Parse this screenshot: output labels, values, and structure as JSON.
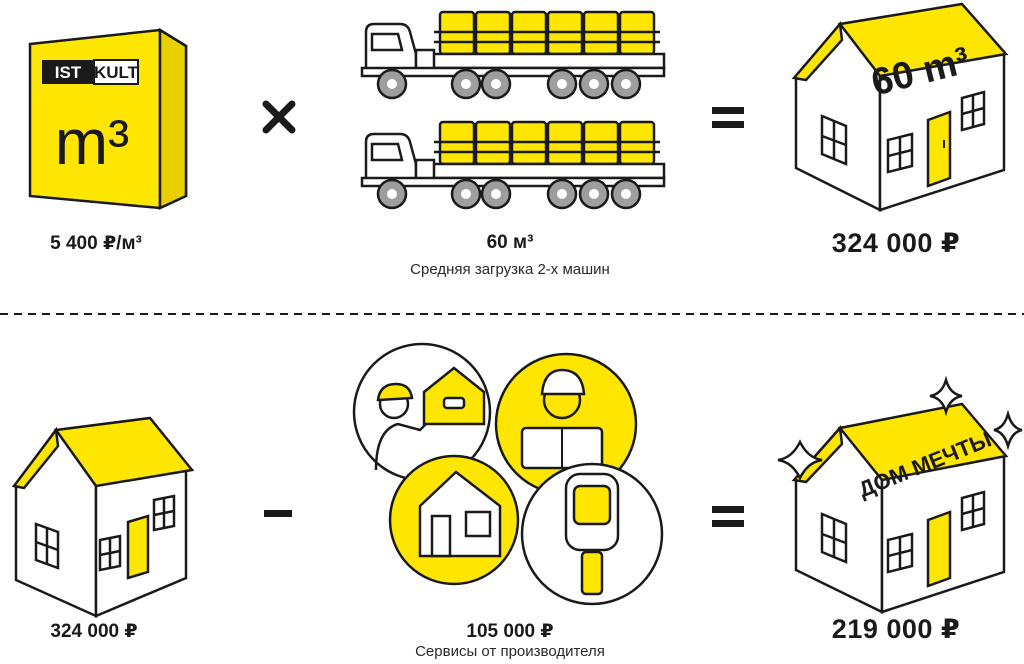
{
  "colors": {
    "accent": "#ffe600",
    "ink": "#1a1a1a",
    "gray": "#b3b3b3",
    "paper": "#ffffff"
  },
  "top": {
    "box": {
      "brand_left": "IST",
      "brand_right": "KULT",
      "unit": "m³",
      "icon": "product-box-icon"
    },
    "price_label": "5 400 ₽/м³",
    "multiply_sign": "×",
    "trucks": {
      "label": "60 м³",
      "sublabel": "Средняя загрузка 2-х машин",
      "icon": "truck-icon"
    },
    "equals_sign": "=",
    "house": {
      "roof_text": "60 m³",
      "total": "324 000 ₽",
      "icon": "house-icon"
    }
  },
  "bottom": {
    "house": {
      "total": "324 000 ₽",
      "icon": "house-icon"
    },
    "minus_sign": "–",
    "services": {
      "label": "105 000 ₽",
      "sublabel": "Сервисы от производителя",
      "icon": "services-icon"
    },
    "equals_sign": "=",
    "dream_house": {
      "roof_text": "ДОМ МЕЧТЫ",
      "total": "219 000 ₽",
      "icon": "dream-house-icon"
    }
  }
}
